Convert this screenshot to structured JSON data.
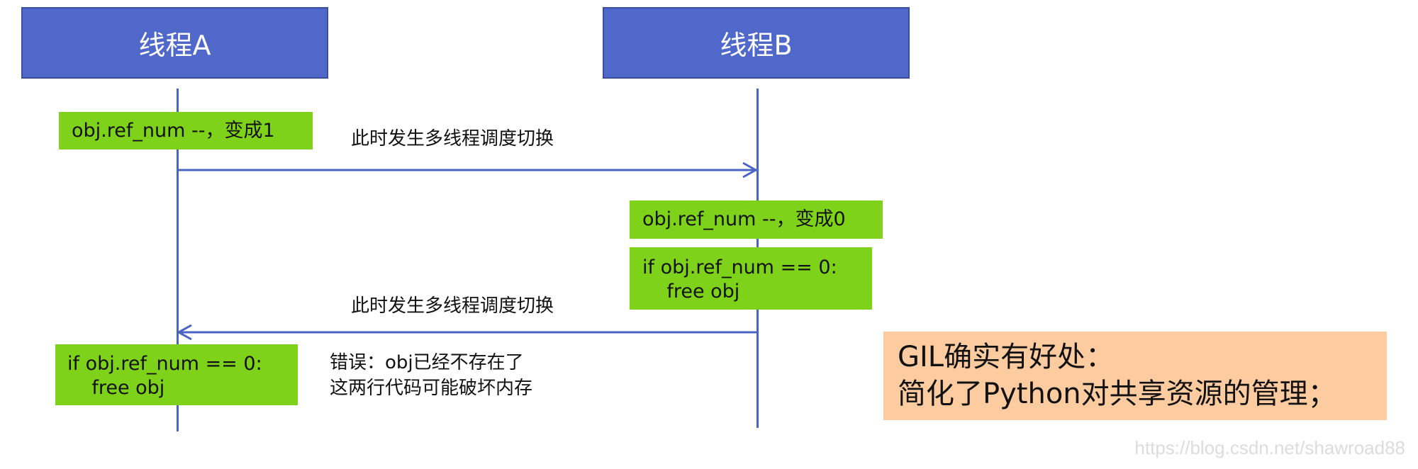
{
  "diagram": {
    "threads": [
      {
        "id": "A",
        "title": "线程A"
      },
      {
        "id": "B",
        "title": "线程B"
      }
    ],
    "steps": {
      "a_decrement": {
        "thread": "A",
        "lines": [
          "obj.ref_num --，变成1"
        ]
      },
      "b_decrement": {
        "thread": "B",
        "lines": [
          "obj.ref_num --，变成0"
        ]
      },
      "b_free": {
        "thread": "B",
        "lines": [
          "if obj.ref_num == 0:",
          "    free obj"
        ]
      },
      "a_free": {
        "thread": "A",
        "lines": [
          "if obj.ref_num == 0:",
          "    free obj"
        ]
      }
    },
    "messages": [
      {
        "from": "A",
        "to": "B",
        "label": "此时发生多线程调度切换"
      },
      {
        "from": "B",
        "to": "A",
        "label": "此时发生多线程调度切换"
      }
    ],
    "error_note": {
      "lines": [
        "错误：obj已经不存在了",
        "这两行代码可能破坏内存"
      ]
    },
    "conclusion": {
      "lines": [
        "GIL确实有好处：",
        "简化了Python对共享资源的管理；"
      ]
    },
    "watermark": "https://blog.csdn.net/shawroad88",
    "colors": {
      "thread_header": "#4f68c9",
      "lifeline": "#4a64c4",
      "step_box": "#7ed31a",
      "conclusion_box": "#fdcba0"
    }
  }
}
